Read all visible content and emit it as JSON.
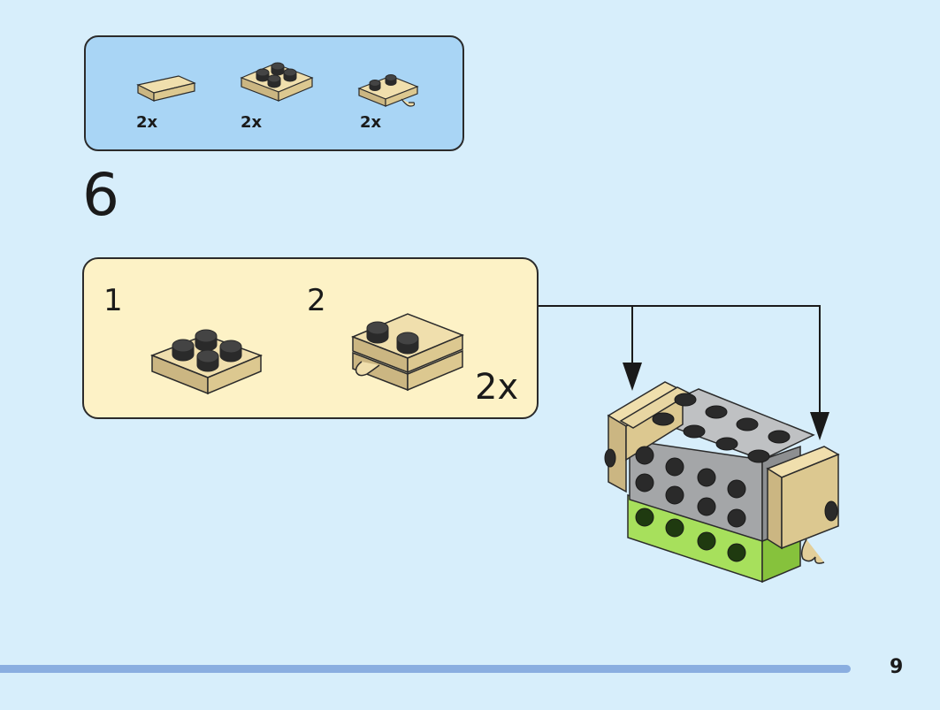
{
  "parts_list": {
    "items": [
      {
        "icon": "tile-1x2-tan-icon",
        "qty": "2x"
      },
      {
        "icon": "plate-2x2-tan-icon",
        "qty": "2x"
      },
      {
        "icon": "plate-with-clip-tan-icon",
        "qty": "2x"
      }
    ]
  },
  "step": {
    "number": "6",
    "substeps": [
      {
        "number": "1",
        "icon": "plate-2x2-tan-icon"
      },
      {
        "number": "2",
        "icon": "stacked-plates-with-clip-icon"
      }
    ],
    "multiplier": "2x"
  },
  "colors": {
    "background": "#d7eefb",
    "parts_box": "#a9d5f5",
    "substep_box": "#fdf2c6",
    "tan": "#e3cf9a",
    "grey": "#a4a6a8",
    "lime": "#a7e05c",
    "stud_dark": "#2a2a2a"
  },
  "page": {
    "number": "9"
  }
}
